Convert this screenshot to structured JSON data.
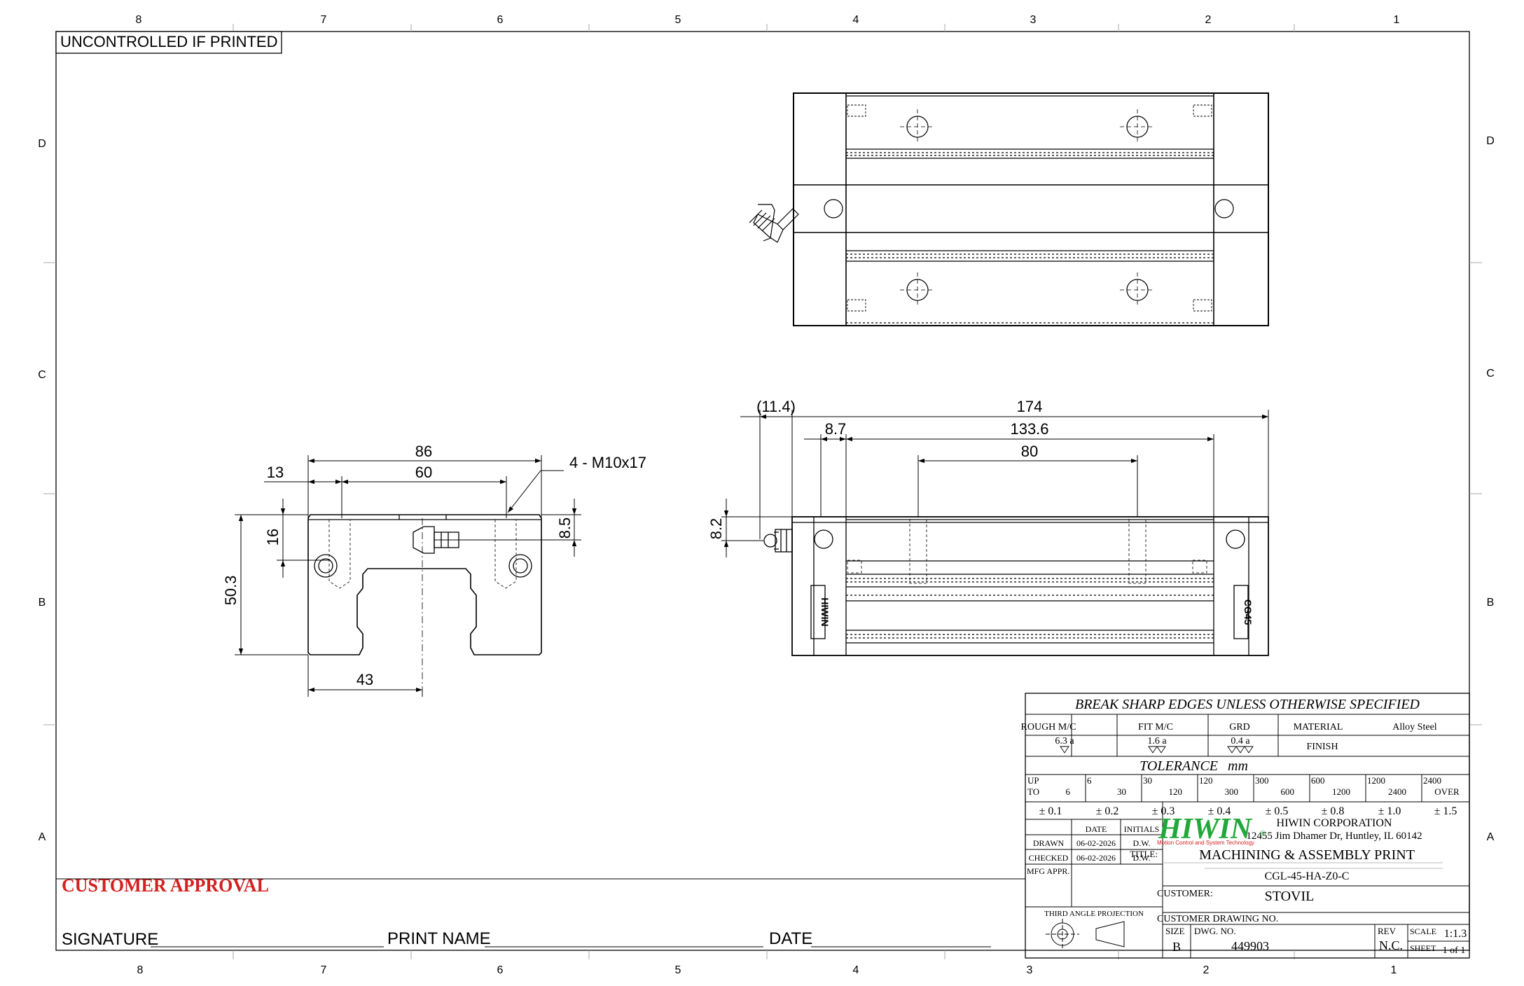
{
  "banner": "UNCONTROLLED IF PRINTED",
  "zones": {
    "columns": [
      "8",
      "7",
      "6",
      "5",
      "4",
      "3",
      "2",
      "1"
    ],
    "rows": [
      "D",
      "C",
      "B",
      "A"
    ]
  },
  "dimensions": {
    "end_view": {
      "overall_width": "86",
      "hole_spacing": "60",
      "edge_offset": "13",
      "thread_callout": "4 - M10x17",
      "tap_height": "16",
      "total_height": "50.3",
      "fitting_height": "8.5",
      "center_offset": "43"
    },
    "side_view": {
      "fitting_length": "(11.4)",
      "overall_length": "174",
      "end_cap": "8.7",
      "body_length": "133.6",
      "hole_spacing": "80",
      "fitting_height": "8.2"
    }
  },
  "markings": {
    "end_seal_label": "HIWIN",
    "end_cap_label": "CG45"
  },
  "title_block": {
    "general_note": "BREAK SHARP EDGES UNLESS OTHERWISE SPECIFIED",
    "surface": {
      "rough_label": "ROUGH M/C",
      "rough_value": "6.3 a",
      "fit_label": "FIT M/C",
      "fit_value": "1.6 a",
      "grd_label": "GRD",
      "grd_value": "0.4 a",
      "material_label": "MATERIAL",
      "material_value": "Alloy Steel",
      "finish_label": "FINISH"
    },
    "tolerance": {
      "title": "TOLERANCE",
      "unit": "mm",
      "up_label": "UP",
      "to_label": "TO",
      "over_label": "OVER",
      "from": [
        "6",
        "30",
        "120",
        "300",
        "600",
        "1200",
        "2400"
      ],
      "to": [
        "6",
        "30",
        "120",
        "300",
        "600",
        "1200",
        "2400"
      ],
      "values": [
        "± 0.1",
        "± 0.2",
        "± 0.3",
        "± 0.4",
        "± 0.5",
        "± 0.8",
        "± 1.0",
        "± 1.5"
      ]
    },
    "signoff": {
      "date_label": "DATE",
      "initials_label": "INITIALS",
      "drawn_label": "DRAWN",
      "drawn_date": "06-02-2026",
      "drawn_initials": "D.W.",
      "checked_label": "CHECKED",
      "checked_date": "06-02-2026",
      "checked_initials": "D.W.",
      "mfg_label": "MFG APPR."
    },
    "company": {
      "logo_text": "HIWIN",
      "logo_mark": "®",
      "tagline": "Motion Control and System Technology",
      "name": "HIWIN CORPORATION",
      "address": "12455 Jim Dhamer Dr, Huntley, IL 60142"
    },
    "title_label": "TITLE:",
    "title": "MACHINING & ASSEMBLY PRINT",
    "part_number": "CGL-45-HA-Z0-C",
    "customer_label": "CUSTOMER:",
    "customer": "STOVIL",
    "customer_drawing_label": "CUSTOMER DRAWING NO.",
    "projection_label": "THIRD ANGLE PROJECTION",
    "size_label": "SIZE",
    "size": "B",
    "dwg_no_label": "DWG. NO.",
    "dwg_no": "449903",
    "rev_label": "REV",
    "rev": "N.C.",
    "scale_label": "SCALE",
    "scale": "1:1.3",
    "sheet_label": "SHEET",
    "sheet": "1 of 1"
  },
  "approval": {
    "heading": "CUSTOMER APPROVAL",
    "signature_label": "SIGNATURE",
    "print_name_label": "PRINT NAME",
    "date_label": "DATE"
  },
  "colors": {
    "approval_red": "#d42020",
    "logo_green": "#22a83a",
    "line": "#000000"
  }
}
